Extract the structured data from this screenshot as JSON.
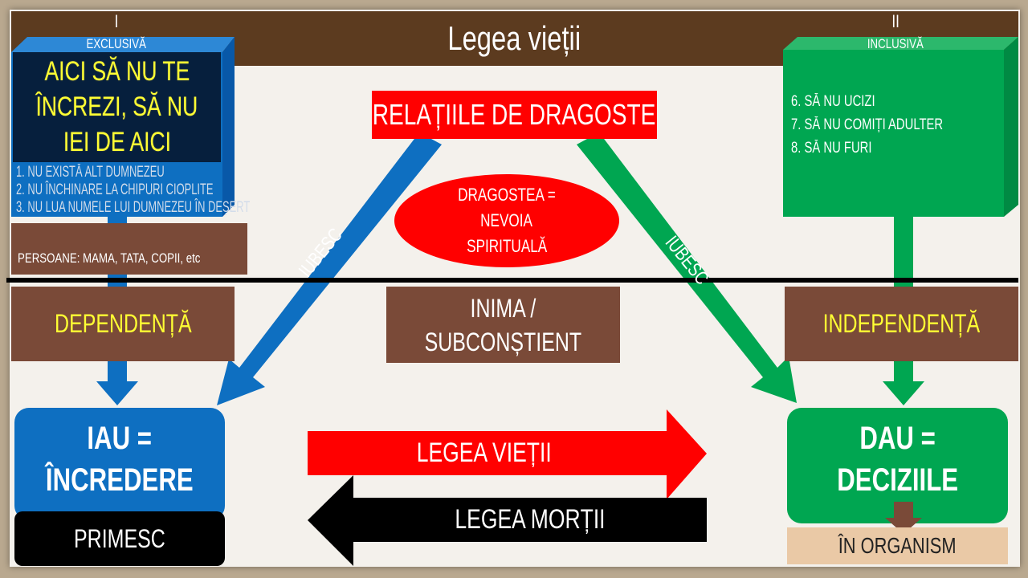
{
  "title": "Legea vieții",
  "left": {
    "roman": "I",
    "label": "EXCLUSIVĂ",
    "hidden_items": [
      "1. NU EXISTĂ ALT DUMNEZEU",
      "2. NU ÎNCHINARE LA CHIPURI CIOPLITE",
      "3. NU LUA NUMELE LUI DUMNEZEU ÎN DEȘERT"
    ],
    "overlay_lines": [
      "AICI SĂ NU TE",
      "ÎNCREZI, SĂ NU",
      "IEI DE AICI"
    ],
    "persons": "PERSOANE: MAMA, TATA, COPII, etc",
    "state": "DEPENDENȚĂ",
    "box_lines": [
      "IAU =",
      "ÎNCREDERE"
    ],
    "bottom": "PRIMESC",
    "arrow_label": "IUBESC"
  },
  "right": {
    "roman": "II",
    "label": "INCLUSIVĂ",
    "items": [
      "6. SĂ NU UCIZI",
      "7. SĂ NU COMIȚI ADULTER",
      "8. SĂ NU FURI"
    ],
    "state": "INDEPENDENȚĂ",
    "box_lines": [
      "DAU =",
      "DECIZIILE"
    ],
    "bottom": "ÎN ORGANISM",
    "arrow_label": "IUBESC"
  },
  "center": {
    "top": "RELAȚIILE DE DRAGOSTE",
    "ellipse_lines": [
      "DRAGOSTEA =",
      "NEVOIA",
      "SPIRITUALĂ"
    ],
    "heart_lines": [
      "INIMA /",
      "SUBCONȘTIENT"
    ],
    "law_life": "LEGEA VIEȚII",
    "law_death": "LEGEA MORȚII"
  },
  "colors": {
    "blue": "#0e6fc1",
    "green": "#00a651",
    "red": "#ff0000",
    "brown": "#7a4a38",
    "yellow": "#ffff33"
  }
}
